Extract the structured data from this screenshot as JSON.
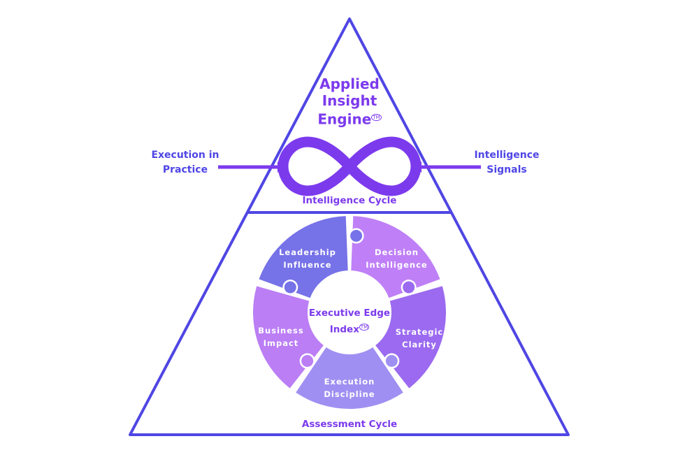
{
  "top_section": {
    "title_lines": [
      "Applied",
      "Insight",
      "Engine"
    ],
    "trademark": "TM",
    "left_input": [
      "Execution in",
      "Practice"
    ],
    "right_input": [
      "Intelligence",
      "Signals"
    ],
    "cycle_label": "Intelligence Cycle"
  },
  "bottom_section": {
    "center_label": [
      "Executive Edge",
      "Index"
    ],
    "trademark": "TM",
    "segments": [
      {
        "lines": [
          "Leadership",
          "Influence"
        ],
        "color": "#7672e8"
      },
      {
        "lines": [
          "Decision",
          "Intelligence"
        ],
        "color": "#bf80f7"
      },
      {
        "lines": [
          "Strategic",
          "Clarity"
        ],
        "color": "#9b6af0"
      },
      {
        "lines": [
          "Execution",
          "Discipline"
        ],
        "color": "#a08ff2"
      },
      {
        "lines": [
          "Business",
          "Impact"
        ],
        "color": "#bb7ef5"
      }
    ],
    "cycle_label": "Assessment Cycle"
  },
  "colors": {
    "outline": "#4f46e5",
    "accent": "#7c3aed"
  }
}
